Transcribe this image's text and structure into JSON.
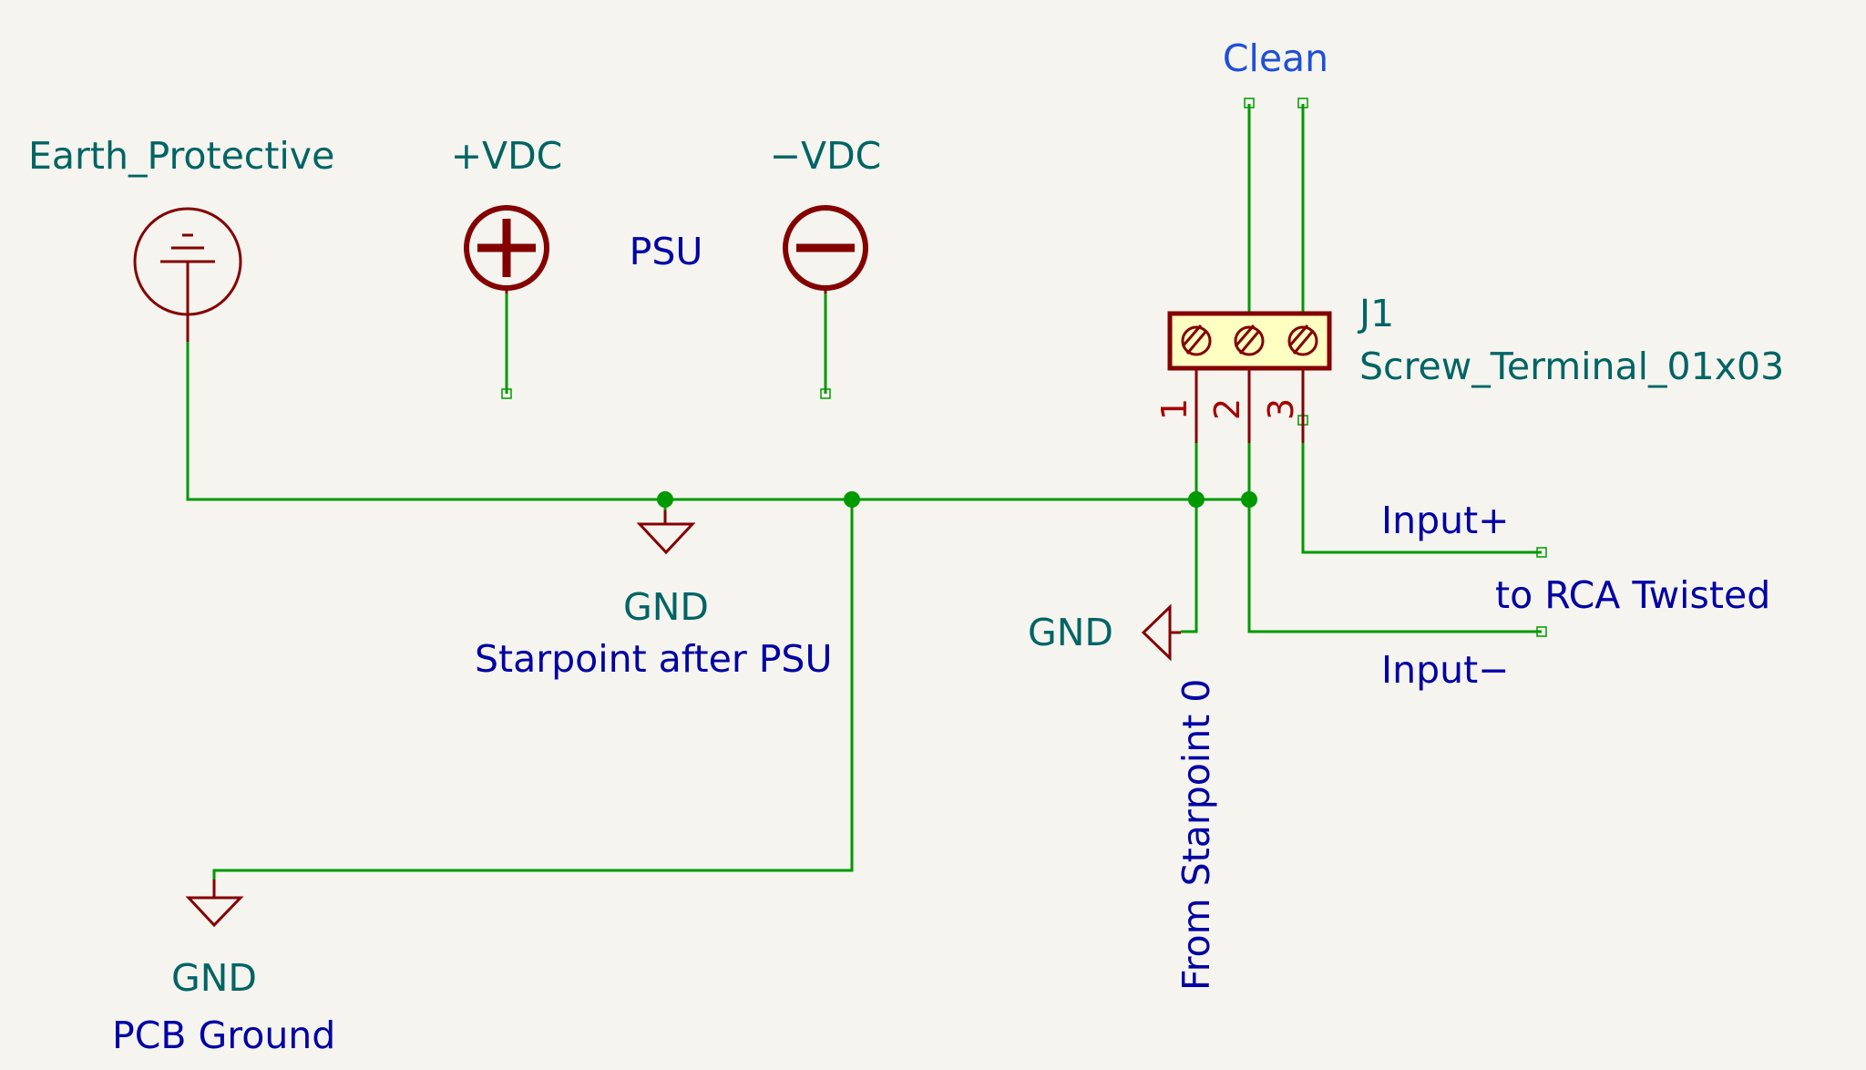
{
  "labels": {
    "clean": "Clean",
    "earth": "Earth_Protective",
    "pvdc": "+VDC",
    "mvdc": "−VDC",
    "psu": "PSU",
    "j1_ref": "J1",
    "j1_value": "Screw_Terminal_01x03",
    "pin1": "1",
    "pin2": "2",
    "pin3": "3",
    "input_plus": "Input+",
    "input_minus": "Input−",
    "to_rca": "to RCA Twisted",
    "gnd1": "GND",
    "gnd1_note": "Starpoint after PSU",
    "gnd2": "GND",
    "gnd3": "GND",
    "gnd3_note": "PCB Ground",
    "from_starpoint": "From Starpoint 0"
  },
  "icons": {
    "earth": "earth-protective-icon",
    "plus": "plus-supply-icon",
    "minus": "minus-supply-icon",
    "ground": "ground-icon"
  },
  "colors": {
    "wire": "#009900",
    "symbol": "#840000",
    "text_teal": "#006464",
    "text_blue": "#0000a4",
    "label_blue": "#1f4fd8",
    "terminal_fill": "#ffffc2",
    "background": "#f5f4ef"
  }
}
